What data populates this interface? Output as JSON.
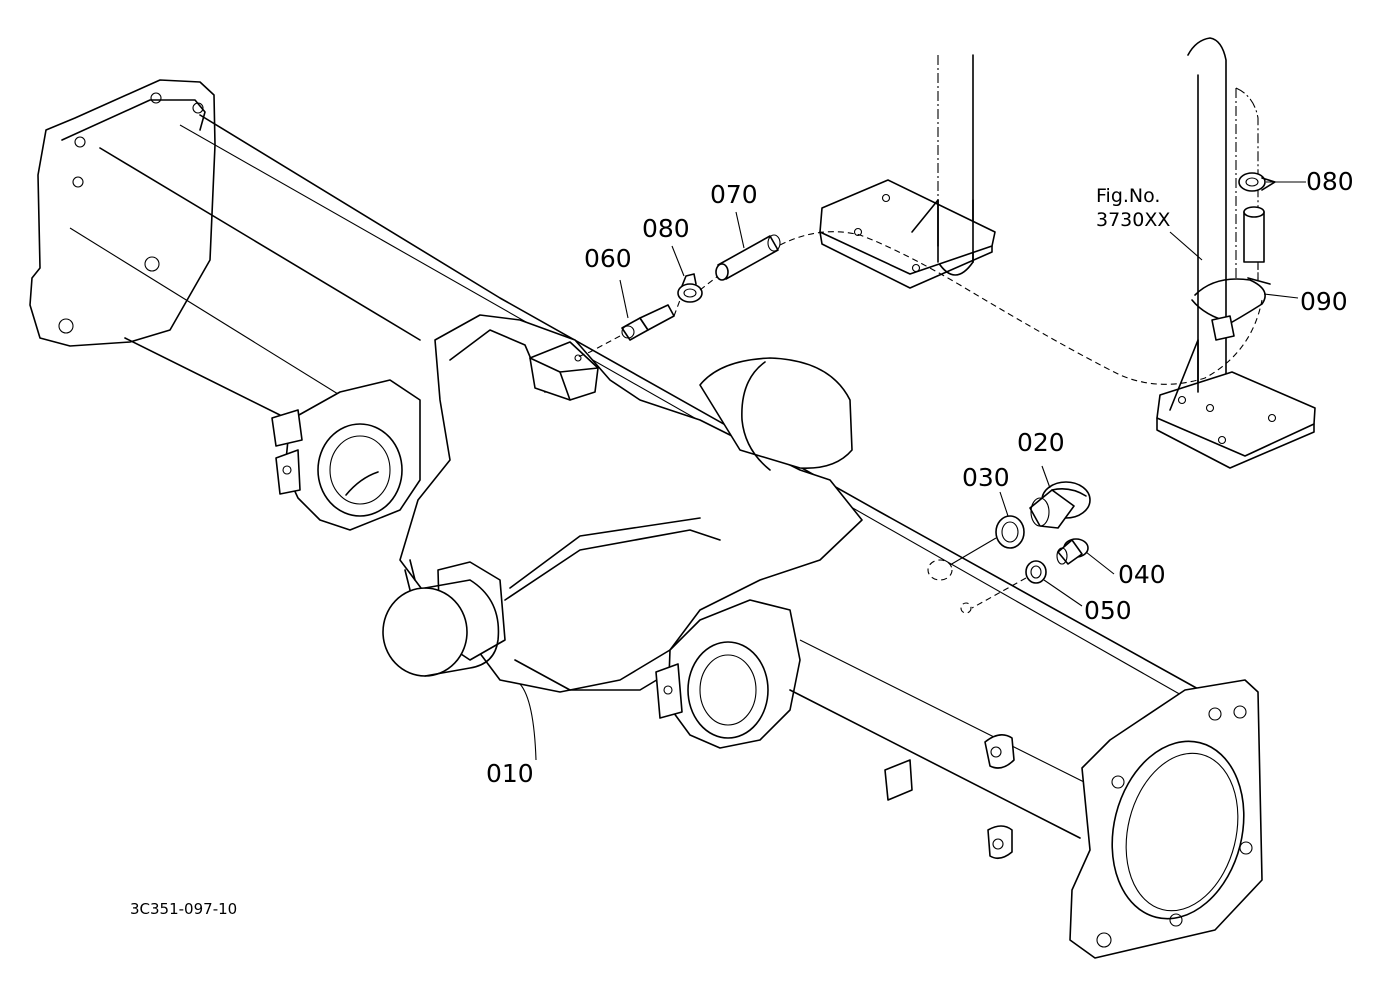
{
  "diagram": {
    "figure_reference": {
      "line1": "Fig.No.",
      "line2": "3730XX"
    },
    "drawing_code": "3C351-097-10",
    "parts": [
      {
        "id": "010"
      },
      {
        "id": "020"
      },
      {
        "id": "030"
      },
      {
        "id": "040"
      },
      {
        "id": "050"
      },
      {
        "id": "060"
      },
      {
        "id": "070"
      },
      {
        "id": "080"
      },
      {
        "id": "080"
      },
      {
        "id": "090"
      }
    ]
  }
}
